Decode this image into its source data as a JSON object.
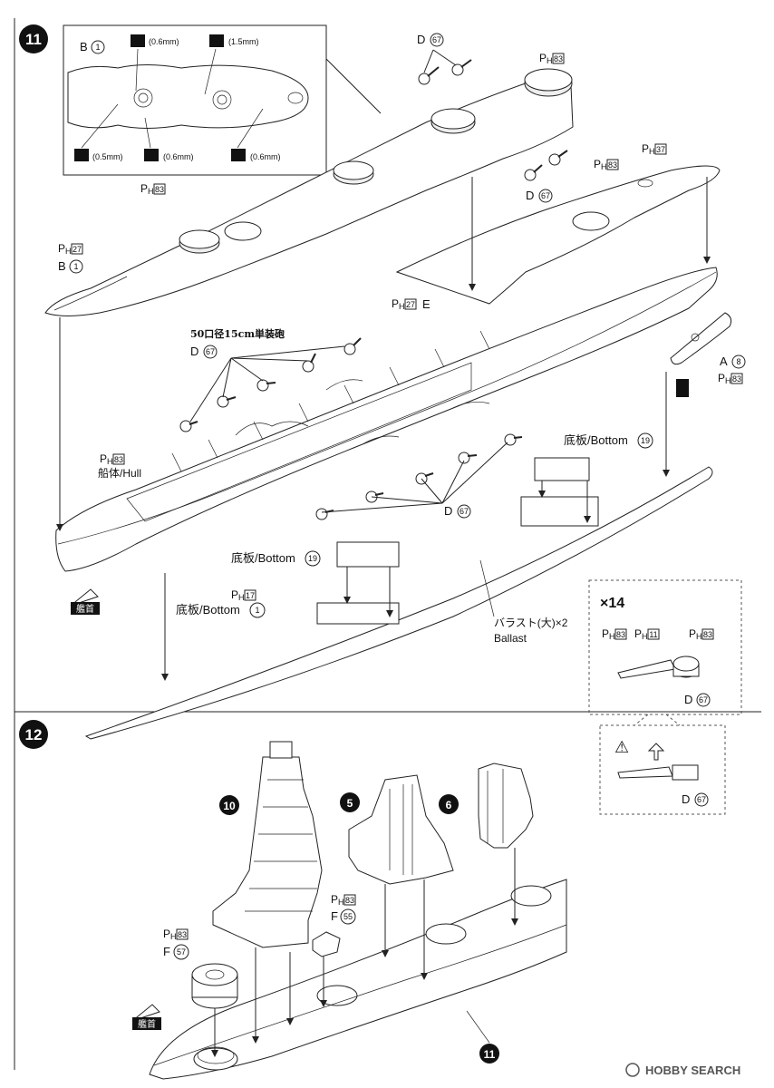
{
  "steps": [
    {
      "number": "11"
    },
    {
      "number": "12"
    }
  ],
  "inset_11": {
    "part_b": "B",
    "part_b_num": "1",
    "drills": [
      "(0.6mm)",
      "(1.5mm)",
      "(0.5mm)",
      "(0.6mm)",
      "(0.6mm)"
    ]
  },
  "labels": {
    "d67": "D",
    "d67_num": "67",
    "ph": "P",
    "ph_sub": "H",
    "ph83": "83",
    "ph37": "37",
    "ph27": "27",
    "ph17": "17",
    "ph11": "11",
    "e": "E",
    "b1": "B",
    "b1_num": "1",
    "a8": "A",
    "a8_num": "8",
    "gun_caption": "50口径15cm単装砲",
    "hull": "船体/Hull",
    "bottom19_a": "底板/Bottom",
    "bottom19_b": "底板/Bottom",
    "bottom_num19": "19",
    "bottom1": "底板/Bottom",
    "bottom_num1": "1",
    "ballast_jp": "バラスト(大)×2",
    "ballast_en": "Ballast",
    "bow": "艦首",
    "f55": "F",
    "f55_num": "55",
    "f57": "F",
    "f57_num": "57"
  },
  "inset_x14": {
    "count": "×14",
    "warn": "⚠"
  },
  "subassemblies": [
    "10",
    "5",
    "6",
    "11"
  ],
  "watermark": "HOBBY SEARCH",
  "colors": {
    "ink": "#222222",
    "badge": "#111111",
    "paper": "#ffffff"
  }
}
